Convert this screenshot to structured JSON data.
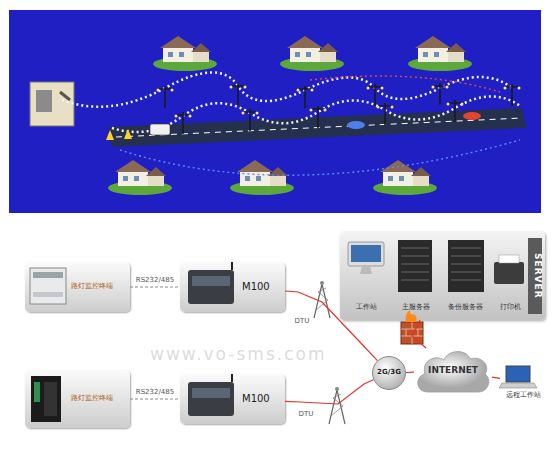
{
  "diagram": {
    "nodes": [
      {
        "text": [
          "SERVER"
        ]
      },
      {
        "text": [
          "工作站"
        ],
        "in": 0
      },
      {
        "text": [
          "主服务器"
        ],
        "in": 0
      },
      {
        "text": [
          "备份服务器"
        ],
        "in": 0
      },
      {
        "text": [
          "打印机"
        ],
        "in": 0
      },
      {
        "text": [
          "路灯监控终端"
        ]
      },
      {
        "text": [
          "M100"
        ]
      },
      {
        "text": [
          "2G/3G"
        ]
      },
      {
        "text": [
          "INTERNET"
        ]
      },
      {
        "text": [
          "远程工作站"
        ]
      },
      {
        "text": [
          "路灯监控终端"
        ]
      },
      {
        "text": [
          "M100"
        ]
      }
    ],
    "edges": [
      {
        "from": 5,
        "to": 6,
        "label": "RS232/485",
        "arrow": "none"
      },
      {
        "from": 6,
        "to": 7,
        "label": "DTU",
        "arrow": "none"
      },
      {
        "from": 10,
        "to": 11,
        "label": "RS232/485",
        "arrow": "none"
      },
      {
        "from": 11,
        "to": 7,
        "label": "DTU",
        "arrow": "none"
      },
      {
        "from": 7,
        "to": 8,
        "arrow": "none"
      },
      {
        "from": 8,
        "to": 0,
        "arrow": "none"
      },
      {
        "from": 8,
        "to": 9,
        "arrow": "none"
      }
    ],
    "labels": [
      "www.vo-sms.com"
    ]
  }
}
